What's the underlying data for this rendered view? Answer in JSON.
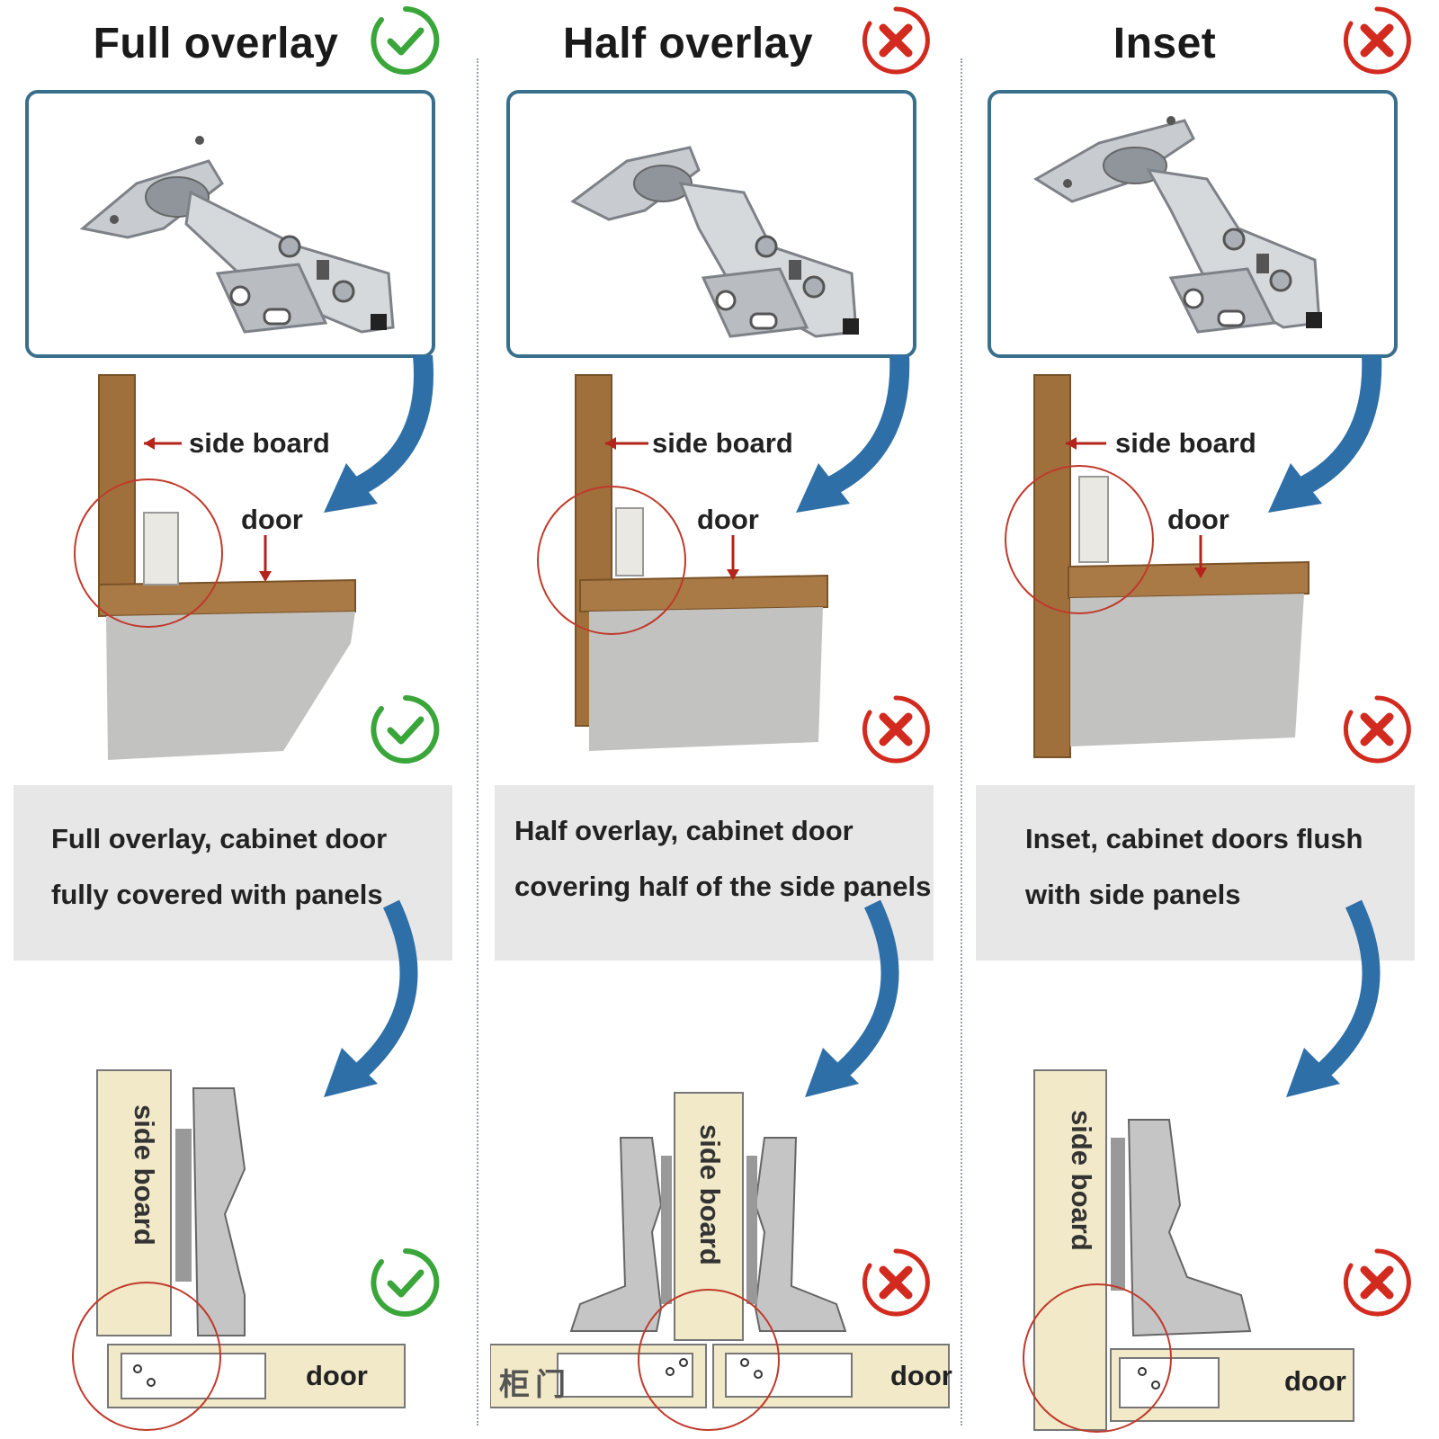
{
  "colors": {
    "accent_blue": "#2e6fa8",
    "frame_blue": "#3a6f8c",
    "ok_green": "#3aa63a",
    "bad_red": "#d22a1e",
    "wood": "#a0703c",
    "panel_gray": "#c9c9c9",
    "desc_bg": "#e7e7e7"
  },
  "columns": [
    {
      "title": "Full overlay",
      "status": "ok",
      "status_icon": "check-circle-icon",
      "side_board_label": "side board",
      "door_label": "door",
      "desc_line_1": "Full overlay, cabinet door",
      "desc_line_2": "fully covered with panels",
      "tech_side_board": "side board",
      "tech_door": "door"
    },
    {
      "title": "Half overlay",
      "status": "bad",
      "status_icon": "cross-circle-icon",
      "side_board_label": "side board",
      "door_label": "door",
      "desc_line_1": "Half overlay, cabinet door",
      "desc_line_2": "covering half of the side panels",
      "tech_side_board": "side board",
      "tech_door": "door",
      "tech_cabinet_door_cn": "柜门"
    },
    {
      "title": "Inset",
      "status": "bad",
      "status_icon": "cross-circle-icon",
      "side_board_label": "side board",
      "door_label": "door",
      "desc_line_1": "Inset, cabinet doors flush",
      "desc_line_2": "with side panels",
      "tech_side_board": "side board",
      "tech_door": "door"
    }
  ]
}
